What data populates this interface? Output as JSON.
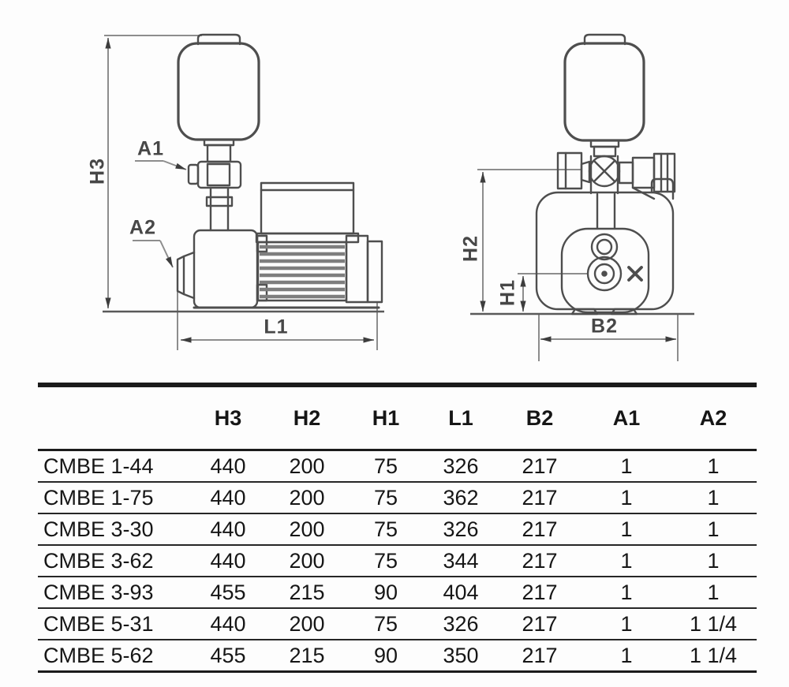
{
  "diagram": {
    "labels": {
      "h3": "H3",
      "h2": "H2",
      "h1": "H1",
      "l1": "L1",
      "b2": "B2",
      "a1": "A1",
      "a2": "A2"
    }
  },
  "table": {
    "columns": [
      "H3",
      "H2",
      "H1",
      "L1",
      "B2",
      "A1",
      "A2"
    ],
    "rows": [
      {
        "model": "CMBE 1-44",
        "values": [
          "440",
          "200",
          "75",
          "326",
          "217",
          "1",
          "1"
        ]
      },
      {
        "model": "CMBE 1-75",
        "values": [
          "440",
          "200",
          "75",
          "362",
          "217",
          "1",
          "1"
        ]
      },
      {
        "model": "CMBE 3-30",
        "values": [
          "440",
          "200",
          "75",
          "326",
          "217",
          "1",
          "1"
        ]
      },
      {
        "model": "CMBE 3-62",
        "values": [
          "440",
          "200",
          "75",
          "344",
          "217",
          "1",
          "1"
        ]
      },
      {
        "model": "CMBE 3-93",
        "values": [
          "455",
          "215",
          "90",
          "404",
          "217",
          "1",
          "1"
        ]
      },
      {
        "model": "CMBE 5-31",
        "values": [
          "440",
          "200",
          "75",
          "326",
          "217",
          "1",
          "1 1/4"
        ]
      },
      {
        "model": "CMBE 5-62",
        "values": [
          "455",
          "215",
          "90",
          "350",
          "217",
          "1",
          "1 1/4"
        ]
      }
    ]
  }
}
